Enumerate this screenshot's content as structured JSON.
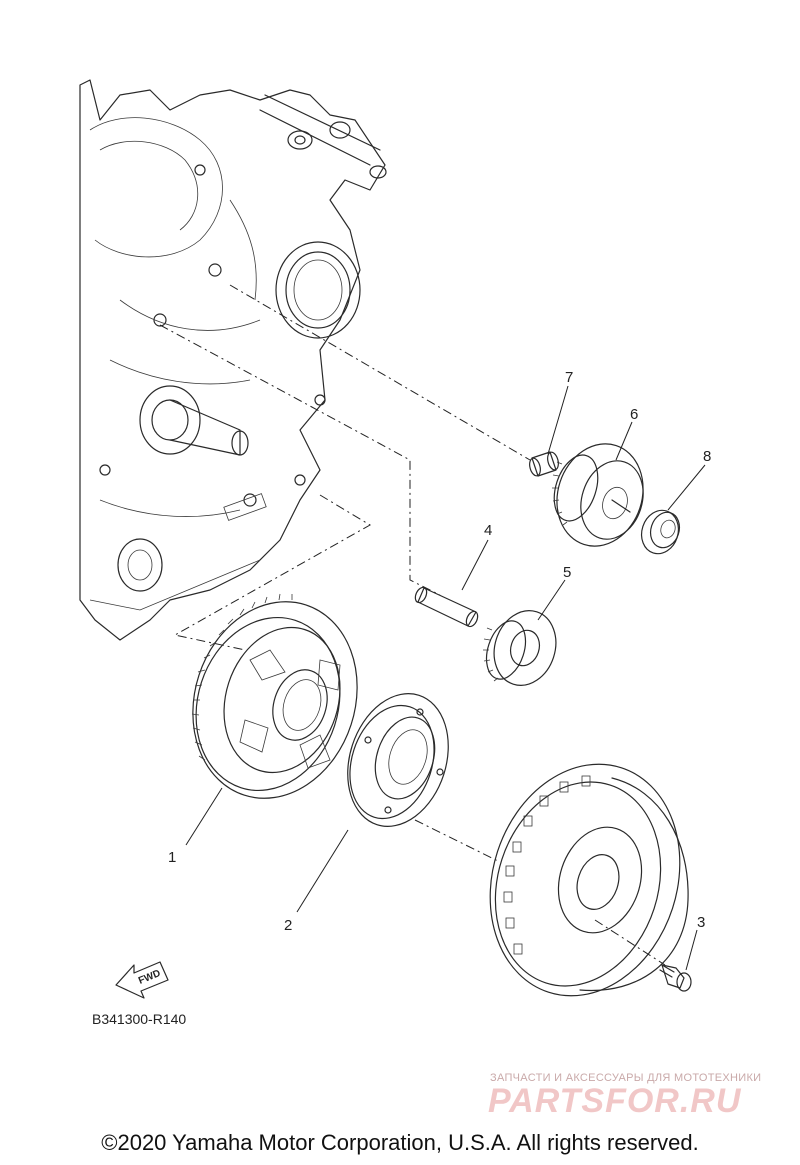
{
  "diagram": {
    "code": "B341300-R140",
    "fwd_label": "FWD",
    "callouts": [
      "1",
      "2",
      "3",
      "4",
      "5",
      "6",
      "7",
      "8"
    ]
  },
  "watermark": {
    "subtitle": "ЗАПЧАСТИ И АКСЕССУАРЫ ДЛЯ МОТОТЕХНИКИ",
    "brand": "PARTSFOR.RU"
  },
  "footer": {
    "copyright": "©2020 Yamaha Motor Corporation, U.S.A. All rights reserved."
  }
}
